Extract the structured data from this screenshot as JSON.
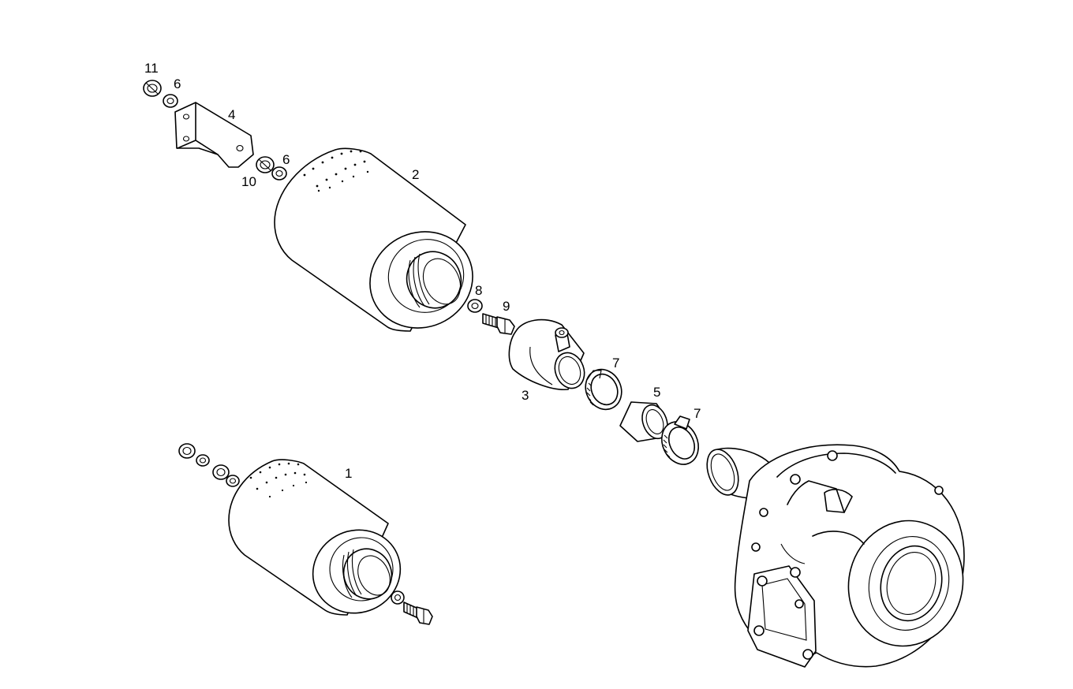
{
  "callouts": {
    "c11": "11",
    "c6a": "6",
    "c4": "4",
    "c6b": "6",
    "c10": "10",
    "c2": "2",
    "c8": "8",
    "c9": "9",
    "c3": "3",
    "c7a": "7",
    "c5": "5",
    "c7b": "7",
    "c1": "1"
  }
}
